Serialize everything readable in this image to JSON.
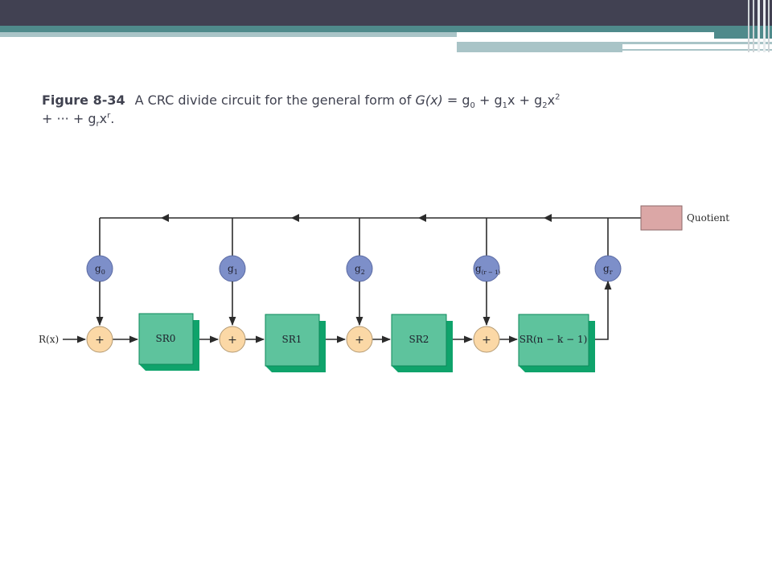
{
  "figure": {
    "label": "Figure 8-34",
    "text": {
      "intro": "A CRC divide circuit for the general form of ",
      "gx": "G(x)",
      "eq": " = g",
      "s0": "0",
      "t1": " + g",
      "s1": "1",
      "t2": "x + g",
      "s2": "2",
      "t3": "x",
      "p2": "2",
      "t4": "+ ··· + g",
      "sr": "r",
      "t5": "x",
      "pr": "r",
      "t6": "."
    }
  },
  "diagram": {
    "input_label": "R(x)",
    "output_label": "Quotient",
    "adder_symbol": "+",
    "taps": [
      {
        "base": "g",
        "sub": "0"
      },
      {
        "base": "g",
        "sub": "1"
      },
      {
        "base": "g",
        "sub": "2"
      },
      {
        "base": "g",
        "sub": "(r − 1)"
      },
      {
        "base": "g",
        "sub": "r"
      }
    ],
    "registers": [
      "SR0",
      "SR1",
      "SR2",
      "SR(n − k − 1)"
    ]
  },
  "colors": {
    "header_dark": "#414152",
    "header_teal": "#4F8A8B",
    "header_light": "#A9C4C7",
    "tap_fill": "#7D8FC9",
    "adder_fill": "#FBD8A6",
    "register_fill": "#5EC39D",
    "register_dark": "#0FA36B",
    "quotient_fill": "#DBA7A6"
  }
}
